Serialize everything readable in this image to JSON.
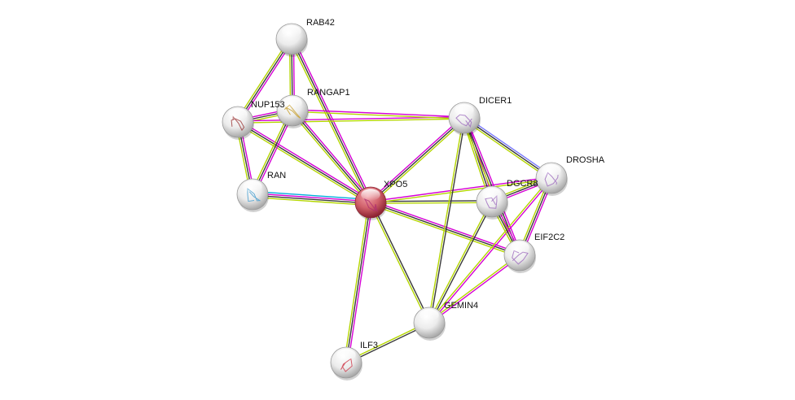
{
  "network": {
    "title": "Protein interaction network",
    "query_node": "XPO5",
    "edge_colors": {
      "experiments": "#d500d5",
      "databases": "#3a3a3a",
      "textmining": "#b4d600",
      "coexpression": "#000000",
      "homology": "#7b7bff",
      "gene_fusion": "#00aedb"
    },
    "nodes": [
      {
        "id": "XPO5",
        "label": "XPO5",
        "color": "#c6505c",
        "query": true,
        "structure": "#b03070"
      },
      {
        "id": "RAB42",
        "label": "RAB42",
        "color": "#e8e8e8",
        "query": false,
        "structure": ""
      },
      {
        "id": "RANGAP1",
        "label": "RANGAP1",
        "color": "#e8e8e8",
        "query": false,
        "structure": "#c8a030"
      },
      {
        "id": "NUP153",
        "label": "NUP153",
        "color": "#e8e8e8",
        "query": false,
        "structure": "#a04040"
      },
      {
        "id": "RAN",
        "label": "RAN",
        "color": "#e8e8e8",
        "query": false,
        "structure": "#4aa0d0"
      },
      {
        "id": "DICER1",
        "label": "DICER1",
        "color": "#e8e8e8",
        "query": false,
        "structure": "#a070c0"
      },
      {
        "id": "DROSHA",
        "label": "DROSHA",
        "color": "#e8e8e8",
        "query": false,
        "structure": "#a070c0"
      },
      {
        "id": "DGCR8",
        "label": "DGCR8",
        "color": "#e8e8e8",
        "query": false,
        "structure": "#a070c0"
      },
      {
        "id": "EIF2C2",
        "label": "EIF2C2",
        "color": "#e8e8e8",
        "query": false,
        "structure": "#a070c0"
      },
      {
        "id": "GEMIN4",
        "label": "GEMIN4",
        "color": "#e8e8e8",
        "query": false,
        "structure": ""
      },
      {
        "id": "ILF3",
        "label": "ILF3",
        "color": "#e8e8e8",
        "query": false,
        "structure": "#d04050"
      }
    ],
    "edges": [
      {
        "a": "RAB42",
        "b": "NUP153",
        "types": [
          "experiments",
          "databases",
          "textmining"
        ]
      },
      {
        "a": "RAB42",
        "b": "RANGAP1",
        "types": [
          "experiments",
          "databases",
          "textmining"
        ]
      },
      {
        "a": "RAB42",
        "b": "XPO5",
        "types": [
          "experiments",
          "databases",
          "textmining"
        ]
      },
      {
        "a": "NUP153",
        "b": "RANGAP1",
        "types": [
          "experiments",
          "databases",
          "textmining"
        ]
      },
      {
        "a": "NUP153",
        "b": "RAN",
        "types": [
          "experiments",
          "databases",
          "textmining"
        ]
      },
      {
        "a": "NUP153",
        "b": "XPO5",
        "types": [
          "experiments",
          "databases",
          "textmining"
        ]
      },
      {
        "a": "NUP153",
        "b": "DICER1",
        "types": [
          "experiments",
          "textmining"
        ]
      },
      {
        "a": "RANGAP1",
        "b": "RAN",
        "types": [
          "experiments",
          "databases",
          "textmining"
        ]
      },
      {
        "a": "RANGAP1",
        "b": "XPO5",
        "types": [
          "experiments",
          "databases",
          "textmining"
        ]
      },
      {
        "a": "RANGAP1",
        "b": "DICER1",
        "types": [
          "experiments",
          "textmining"
        ]
      },
      {
        "a": "RAN",
        "b": "XPO5",
        "types": [
          "gene_fusion",
          "experiments",
          "databases",
          "textmining"
        ]
      },
      {
        "a": "XPO5",
        "b": "DICER1",
        "types": [
          "experiments",
          "databases",
          "textmining"
        ]
      },
      {
        "a": "XPO5",
        "b": "DGCR8",
        "types": [
          "databases",
          "textmining"
        ]
      },
      {
        "a": "XPO5",
        "b": "DROSHA",
        "types": [
          "experiments",
          "textmining"
        ]
      },
      {
        "a": "XPO5",
        "b": "EIF2C2",
        "types": [
          "experiments",
          "databases",
          "textmining"
        ]
      },
      {
        "a": "XPO5",
        "b": "GEMIN4",
        "types": [
          "databases",
          "textmining"
        ]
      },
      {
        "a": "XPO5",
        "b": "ILF3",
        "types": [
          "experiments",
          "databases",
          "textmining"
        ]
      },
      {
        "a": "DICER1",
        "b": "DROSHA",
        "types": [
          "homology",
          "databases",
          "textmining"
        ]
      },
      {
        "a": "DICER1",
        "b": "DGCR8",
        "types": [
          "experiments",
          "databases",
          "textmining"
        ]
      },
      {
        "a": "DICER1",
        "b": "EIF2C2",
        "types": [
          "experiments",
          "databases",
          "textmining"
        ]
      },
      {
        "a": "DICER1",
        "b": "GEMIN4",
        "types": [
          "databases",
          "textmining"
        ]
      },
      {
        "a": "DROSHA",
        "b": "DGCR8",
        "types": [
          "experiments",
          "databases",
          "textmining"
        ]
      },
      {
        "a": "DROSHA",
        "b": "EIF2C2",
        "types": [
          "experiments",
          "databases",
          "textmining"
        ]
      },
      {
        "a": "DROSHA",
        "b": "GEMIN4",
        "types": [
          "experiments",
          "textmining"
        ]
      },
      {
        "a": "DGCR8",
        "b": "EIF2C2",
        "types": [
          "experiments",
          "databases",
          "textmining"
        ]
      },
      {
        "a": "DGCR8",
        "b": "GEMIN4",
        "types": [
          "databases",
          "textmining"
        ]
      },
      {
        "a": "EIF2C2",
        "b": "GEMIN4",
        "types": [
          "experiments",
          "textmining"
        ]
      },
      {
        "a": "GEMIN4",
        "b": "ILF3",
        "types": [
          "databases",
          "textmining"
        ]
      }
    ]
  }
}
